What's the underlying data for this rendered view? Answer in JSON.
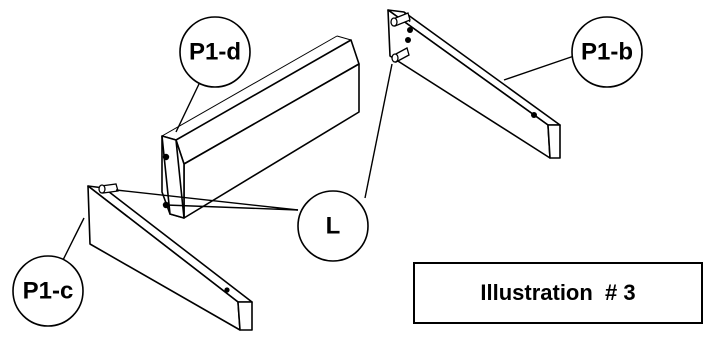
{
  "callouts": {
    "p1d": "P1-d",
    "p1b": "P1-b",
    "p1c": "P1-c",
    "l": "L"
  },
  "illustration_label": "Illustration  # 3"
}
